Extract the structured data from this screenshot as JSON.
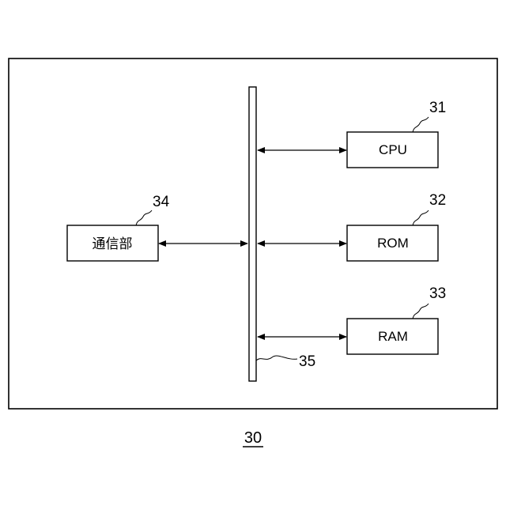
{
  "diagram": {
    "figure_ref": "30",
    "bus_ref": "35",
    "communication": {
      "label": "通信部",
      "ref": "34"
    },
    "cpu": {
      "label": "CPU",
      "ref": "31"
    },
    "rom": {
      "label": "ROM",
      "ref": "32"
    },
    "ram": {
      "label": "RAM",
      "ref": "33"
    }
  }
}
